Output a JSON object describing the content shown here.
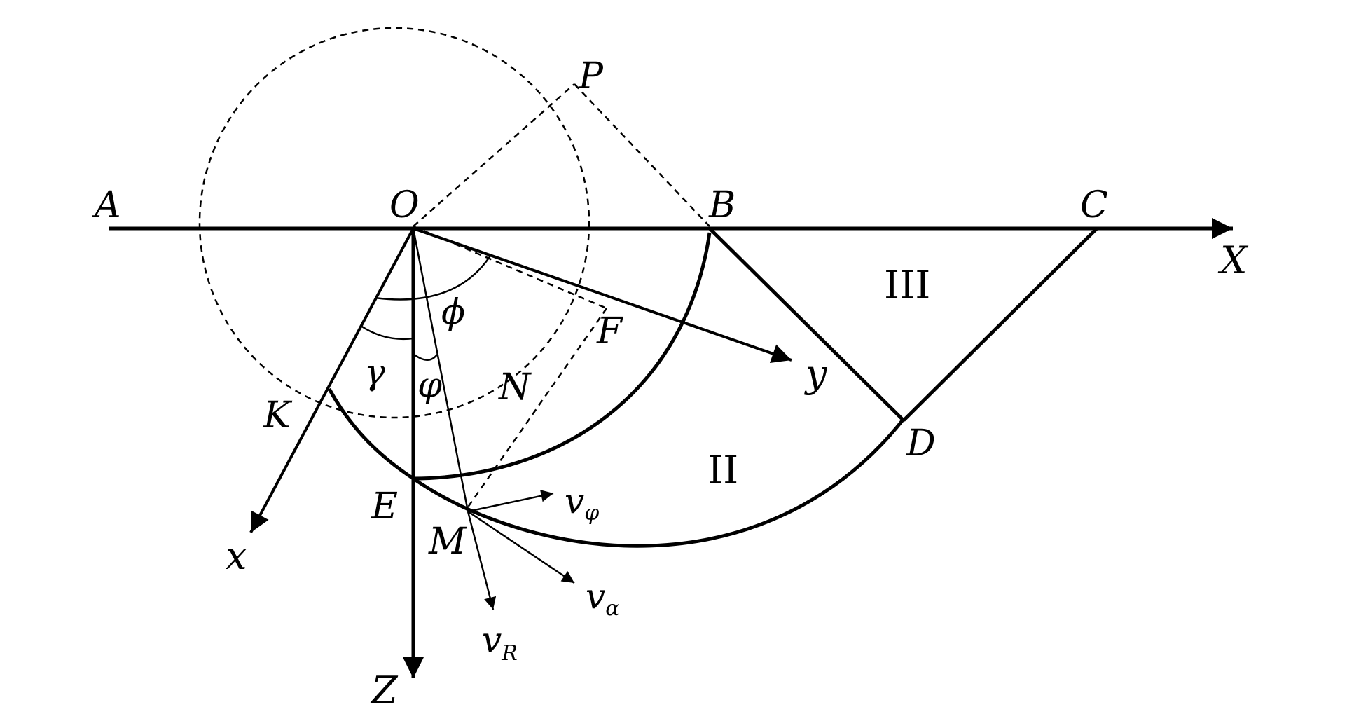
{
  "points": {
    "A": "A",
    "O": "O",
    "B": "B",
    "C": "C",
    "P": "P",
    "D": "D",
    "E": "E",
    "F": "F",
    "K": "K",
    "M": "M",
    "N": "N"
  },
  "axes": {
    "X": "X",
    "Z": "Z",
    "x": "x",
    "y": "y"
  },
  "angles": {
    "phi_upper": "ϕ",
    "gamma": "γ",
    "varphi": "φ"
  },
  "regions": {
    "II": "II",
    "III": "III"
  },
  "velocities": {
    "v_phi": {
      "base": "v",
      "sub": "φ"
    },
    "v_alpha": {
      "base": "v",
      "sub": "α"
    },
    "v_R": {
      "base": "v",
      "sub": "R"
    }
  },
  "colors": {
    "ink": "#000000",
    "background": "#ffffff"
  }
}
